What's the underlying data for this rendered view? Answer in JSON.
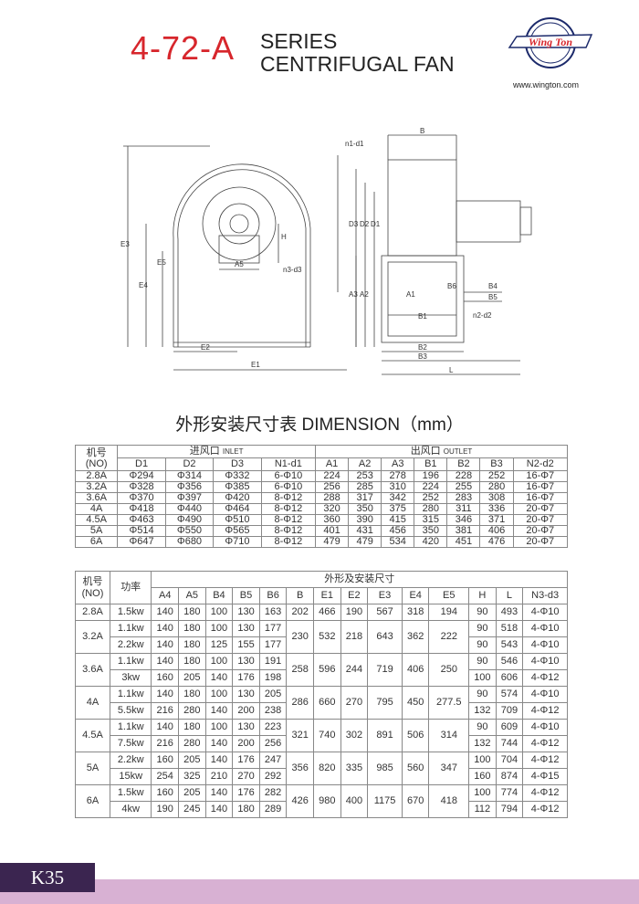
{
  "header": {
    "model": "4-72-A",
    "series_line1": "SERIES",
    "series_line2": "CENTRIFUGAL FAN"
  },
  "logo": {
    "brand": "Wing Ton",
    "url": "www.wington.com",
    "colors": {
      "ring": "#1c2a6b",
      "text": "#d7262c"
    }
  },
  "drawing_labels": {
    "n1d1": "n1-d1",
    "B": "B",
    "D3": "D3",
    "D2": "D2",
    "D1": "D1",
    "E3": "E3",
    "E5": "E5",
    "E4": "E4",
    "H": "H",
    "A5": "A5",
    "n3d3": "n3-d3",
    "E2": "E2",
    "E1": "E1",
    "A3": "A3",
    "A2": "A2",
    "A1": "A1",
    "B6": "B6",
    "B4": "B4",
    "B5": "B5",
    "B1": "B1",
    "n2d2": "n2-d2",
    "B2": "B2",
    "B3": "B3",
    "L": "L"
  },
  "heading": "外形安装尺寸表 DIMENSION（mm）",
  "table1": {
    "no_header": "机号\n(NO)",
    "inlet_header": "进风口",
    "inlet_en": "INLET",
    "outlet_header": "出风口",
    "outlet_en": "OUTLET",
    "columns": [
      "D1",
      "D2",
      "D3",
      "N1-d1",
      "A1",
      "A2",
      "A3",
      "B1",
      "B2",
      "B3",
      "N2-d2"
    ],
    "rows": [
      [
        "2.8A",
        "Φ294",
        "Φ314",
        "Φ332",
        "6-Φ10",
        "224",
        "253",
        "278",
        "196",
        "228",
        "252",
        "16-Φ7"
      ],
      [
        "3.2A",
        "Φ328",
        "Φ356",
        "Φ385",
        "6-Φ10",
        "256",
        "285",
        "310",
        "224",
        "255",
        "280",
        "16-Φ7"
      ],
      [
        "3.6A",
        "Φ370",
        "Φ397",
        "Φ420",
        "8-Φ12",
        "288",
        "317",
        "342",
        "252",
        "283",
        "308",
        "16-Φ7"
      ],
      [
        "4A",
        "Φ418",
        "Φ440",
        "Φ464",
        "8-Φ12",
        "320",
        "350",
        "375",
        "280",
        "311",
        "336",
        "20-Φ7"
      ],
      [
        "4.5A",
        "Φ463",
        "Φ490",
        "Φ510",
        "8-Φ12",
        "360",
        "390",
        "415",
        "315",
        "346",
        "371",
        "20-Φ7"
      ],
      [
        "5A",
        "Φ514",
        "Φ550",
        "Φ565",
        "8-Φ12",
        "401",
        "431",
        "456",
        "350",
        "381",
        "406",
        "20-Φ7"
      ],
      [
        "6A",
        "Φ647",
        "Φ680",
        "Φ710",
        "8-Φ12",
        "479",
        "479",
        "534",
        "420",
        "451",
        "476",
        "20-Φ7"
      ]
    ]
  },
  "table2": {
    "no_header": "机号\n(NO)",
    "power_header": "功率",
    "group_header": "外形及安装尺寸",
    "columns": [
      "A4",
      "A5",
      "B4",
      "B5",
      "B6",
      "B",
      "E1",
      "E2",
      "E3",
      "E4",
      "E5",
      "H",
      "L",
      "N3-d3"
    ],
    "groups": [
      {
        "no": "2.8A",
        "shared": [
          "202",
          "466",
          "190",
          "567",
          "318",
          "194"
        ],
        "variants": [
          {
            "power": "1.5kw",
            "a": [
              "140",
              "180",
              "100",
              "130",
              "163"
            ],
            "b": [
              "90",
              "493",
              "4-Φ10"
            ]
          }
        ]
      },
      {
        "no": "3.2A",
        "shared": [
          "230",
          "532",
          "218",
          "643",
          "362",
          "222"
        ],
        "variants": [
          {
            "power": "1.1kw",
            "a": [
              "140",
              "180",
              "100",
              "130",
              "177"
            ],
            "b": [
              "90",
              "518",
              "4-Φ10"
            ]
          },
          {
            "power": "2.2kw",
            "a": [
              "140",
              "180",
              "125",
              "155",
              "177"
            ],
            "b": [
              "90",
              "543",
              "4-Φ10"
            ]
          }
        ]
      },
      {
        "no": "3.6A",
        "shared": [
          "258",
          "596",
          "244",
          "719",
          "406",
          "250"
        ],
        "variants": [
          {
            "power": "1.1kw",
            "a": [
              "140",
              "180",
              "100",
              "130",
              "191"
            ],
            "b": [
              "90",
              "546",
              "4-Φ10"
            ]
          },
          {
            "power": "3kw",
            "a": [
              "160",
              "205",
              "140",
              "176",
              "198"
            ],
            "b": [
              "100",
              "606",
              "4-Φ12"
            ]
          }
        ]
      },
      {
        "no": "4A",
        "shared": [
          "286",
          "660",
          "270",
          "795",
          "450",
          "277.5"
        ],
        "variants": [
          {
            "power": "1.1kw",
            "a": [
              "140",
              "180",
              "100",
              "130",
              "205"
            ],
            "b": [
              "90",
              "574",
              "4-Φ10"
            ]
          },
          {
            "power": "5.5kw",
            "a": [
              "216",
              "280",
              "140",
              "200",
              "238"
            ],
            "b": [
              "132",
              "709",
              "4-Φ12"
            ]
          }
        ]
      },
      {
        "no": "4.5A",
        "shared": [
          "321",
          "740",
          "302",
          "891",
          "506",
          "314"
        ],
        "variants": [
          {
            "power": "1.1kw",
            "a": [
              "140",
              "180",
              "100",
              "130",
              "223"
            ],
            "b": [
              "90",
              "609",
              "4-Φ10"
            ]
          },
          {
            "power": "7.5kw",
            "a": [
              "216",
              "280",
              "140",
              "200",
              "256"
            ],
            "b": [
              "132",
              "744",
              "4-Φ12"
            ]
          }
        ]
      },
      {
        "no": "5A",
        "shared": [
          "356",
          "820",
          "335",
          "985",
          "560",
          "347"
        ],
        "variants": [
          {
            "power": "2.2kw",
            "a": [
              "160",
              "205",
              "140",
              "176",
              "247"
            ],
            "b": [
              "100",
              "704",
              "4-Φ12"
            ]
          },
          {
            "power": "15kw",
            "a": [
              "254",
              "325",
              "210",
              "270",
              "292"
            ],
            "b": [
              "160",
              "874",
              "4-Φ15"
            ]
          }
        ]
      },
      {
        "no": "6A",
        "shared": [
          "426",
          "980",
          "400",
          "1175",
          "670",
          "418"
        ],
        "variants": [
          {
            "power": "1.5kw",
            "a": [
              "160",
              "205",
              "140",
              "176",
              "282"
            ],
            "b": [
              "100",
              "774",
              "4-Φ12"
            ]
          },
          {
            "power": "4kw",
            "a": [
              "190",
              "245",
              "140",
              "180",
              "289"
            ],
            "b": [
              "112",
              "794",
              "4-Φ12"
            ]
          }
        ]
      }
    ]
  },
  "footer": {
    "page": "K35",
    "colors": {
      "tag": "#3b2550",
      "band": "#d8b1d3"
    }
  }
}
